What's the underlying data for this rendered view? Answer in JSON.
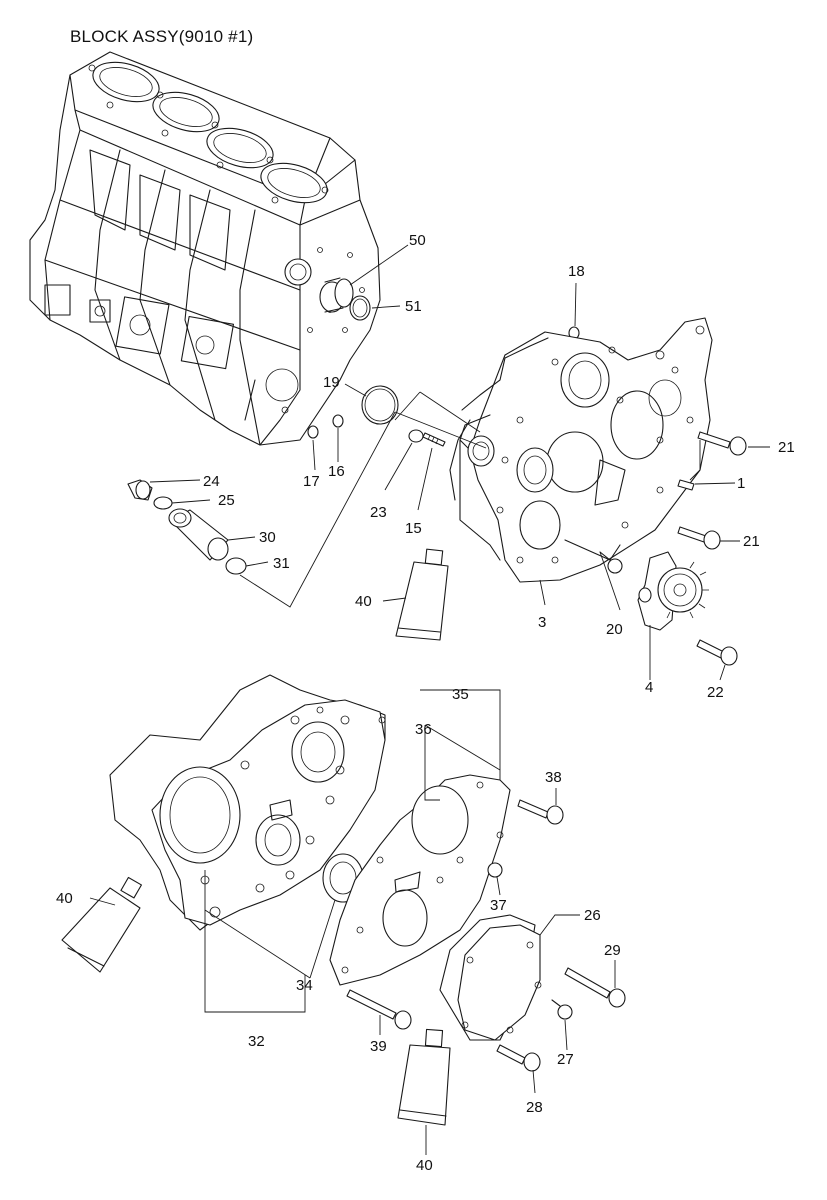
{
  "title": "BLOCK ASSY(9010 #1)",
  "callouts": [
    {
      "id": "c50",
      "text": "50"
    },
    {
      "id": "c51",
      "text": "51"
    },
    {
      "id": "c18",
      "text": "18"
    },
    {
      "id": "c19",
      "text": "19"
    },
    {
      "id": "c21a",
      "text": "21"
    },
    {
      "id": "c1",
      "text": "1"
    },
    {
      "id": "c17",
      "text": "17"
    },
    {
      "id": "c16",
      "text": "16"
    },
    {
      "id": "c24",
      "text": "24"
    },
    {
      "id": "c25",
      "text": "25"
    },
    {
      "id": "c23",
      "text": "23"
    },
    {
      "id": "c15",
      "text": "15"
    },
    {
      "id": "c30",
      "text": "30"
    },
    {
      "id": "c31",
      "text": "31"
    },
    {
      "id": "c21b",
      "text": "21"
    },
    {
      "id": "c40a",
      "text": "40"
    },
    {
      "id": "c3",
      "text": "3"
    },
    {
      "id": "c20",
      "text": "20"
    },
    {
      "id": "c4",
      "text": "4"
    },
    {
      "id": "c22",
      "text": "22"
    },
    {
      "id": "c35",
      "text": "35"
    },
    {
      "id": "c36",
      "text": "36"
    },
    {
      "id": "c38",
      "text": "38"
    },
    {
      "id": "c37",
      "text": "37"
    },
    {
      "id": "c40b",
      "text": "40"
    },
    {
      "id": "c26",
      "text": "26"
    },
    {
      "id": "c29",
      "text": "29"
    },
    {
      "id": "c34",
      "text": "34"
    },
    {
      "id": "c32",
      "text": "32"
    },
    {
      "id": "c39",
      "text": "39"
    },
    {
      "id": "c27",
      "text": "27"
    },
    {
      "id": "c28",
      "text": "28"
    },
    {
      "id": "c40c",
      "text": "40"
    }
  ]
}
